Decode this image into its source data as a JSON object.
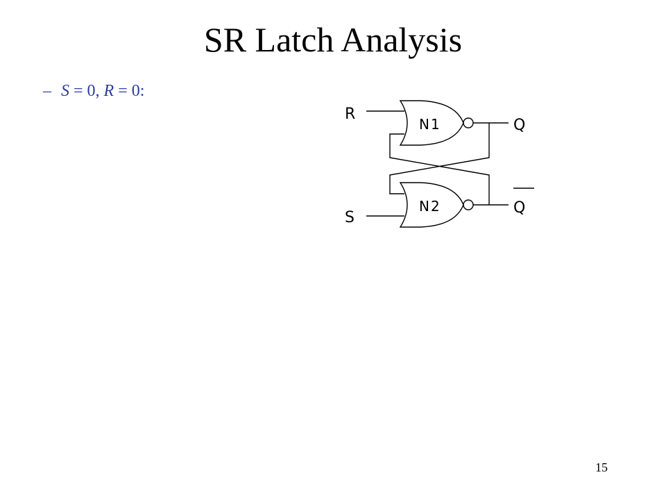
{
  "slide": {
    "title": "SR Latch Analysis",
    "bullet": {
      "dash": "–",
      "s_var": "S",
      "s_eq": " = 0, ",
      "r_var": "R",
      "r_eq": " = 0:"
    },
    "page_number": "15"
  },
  "diagram": {
    "labels": {
      "input_r": "R",
      "input_s": "S",
      "gate_n1": "N1",
      "gate_n2": "N2",
      "output_q": "Q",
      "output_q_bar": "Q"
    },
    "colors": {
      "wire": "#000000",
      "bullet_text": "#2d3c9e"
    }
  }
}
